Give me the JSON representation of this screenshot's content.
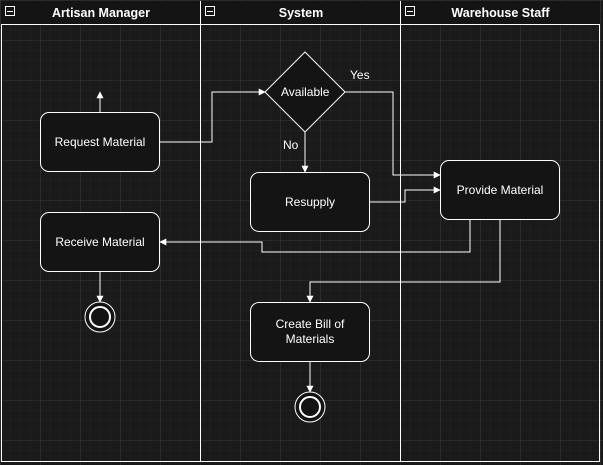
{
  "swimlanes": [
    {
      "title": "Artisan Manager"
    },
    {
      "title": "System"
    },
    {
      "title": "Warehouse Staff"
    }
  ],
  "nodes": {
    "request_material": "Request Material",
    "receive_material": "Receive Material",
    "available": "Available",
    "resupply": "Resupply",
    "create_bill": "Create Bill of Materials",
    "provide_material": "Provide Material"
  },
  "edge_labels": {
    "yes": "Yes",
    "no": "No"
  },
  "colors": {
    "background": "#1a1a1a",
    "stroke": "#ffffff",
    "node_fill": "#141414"
  }
}
